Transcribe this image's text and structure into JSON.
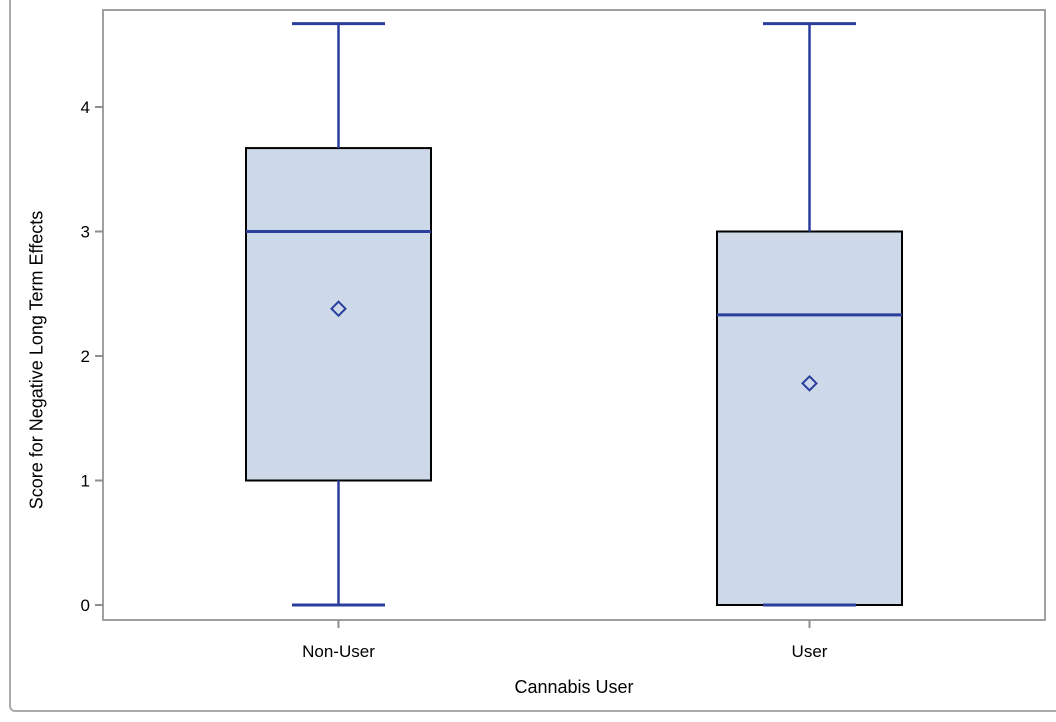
{
  "chart_data": {
    "type": "box",
    "title": "",
    "xlabel": "Cannabis User",
    "ylabel": "Score for Negative Long Term Effects",
    "ylim": [
      0,
      4.67
    ],
    "yticks": [
      0,
      1,
      2,
      3,
      4
    ],
    "ytick_labels": [
      "0",
      "1",
      "2",
      "3",
      "4"
    ],
    "categories": [
      "Non-User",
      "User"
    ],
    "series": [
      {
        "category": "Non-User",
        "min": 0,
        "q1": 1.0,
        "median": 3.0,
        "q3": 3.67,
        "max": 4.67,
        "mean": 2.38
      },
      {
        "category": "User",
        "min": 0,
        "q1": 0.0,
        "median": 2.33,
        "q3": 3.0,
        "max": 4.67,
        "mean": 1.78
      }
    ],
    "legend": null,
    "grid": false,
    "colors": {
      "box_fill": "#cdd9e9",
      "box_border": "#000000",
      "line_blue": "#2a3f9d",
      "wall_border": "#a0a0a0",
      "tick": "#8f8f8f",
      "text": "#000000",
      "background": "#ffffff"
    }
  }
}
